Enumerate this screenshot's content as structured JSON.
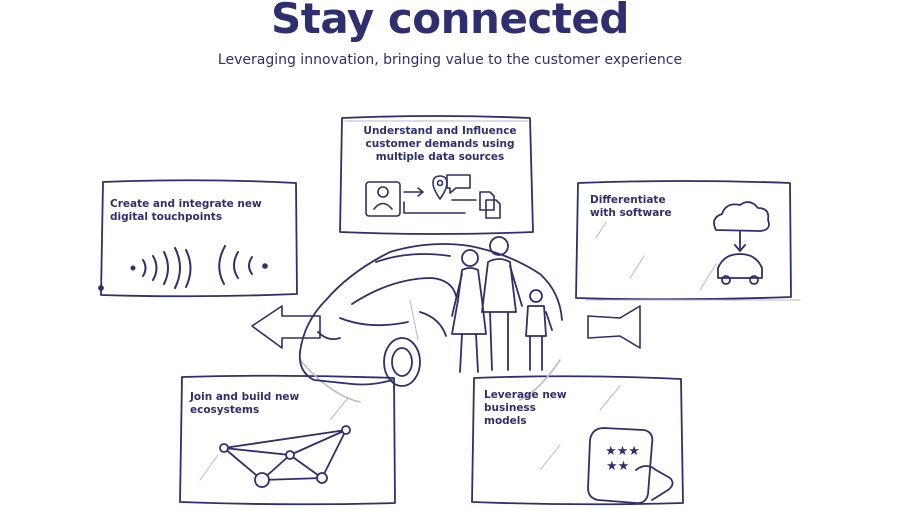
{
  "header": {
    "title": "Stay connected",
    "subtitle": "Leveraging innovation, bringing value to the customer experience"
  },
  "cards": {
    "understand": "Understand and Influence customer demands using multiple data sources",
    "touchpoints": "Create and integrate new digital touchpoints",
    "software": "Differentiate with software",
    "ecosystems": "Join and build new ecosystems",
    "business": "Leverage new business models"
  },
  "colors": {
    "ink": "#2e2f6e",
    "light_ink": "#b8b9cf"
  }
}
